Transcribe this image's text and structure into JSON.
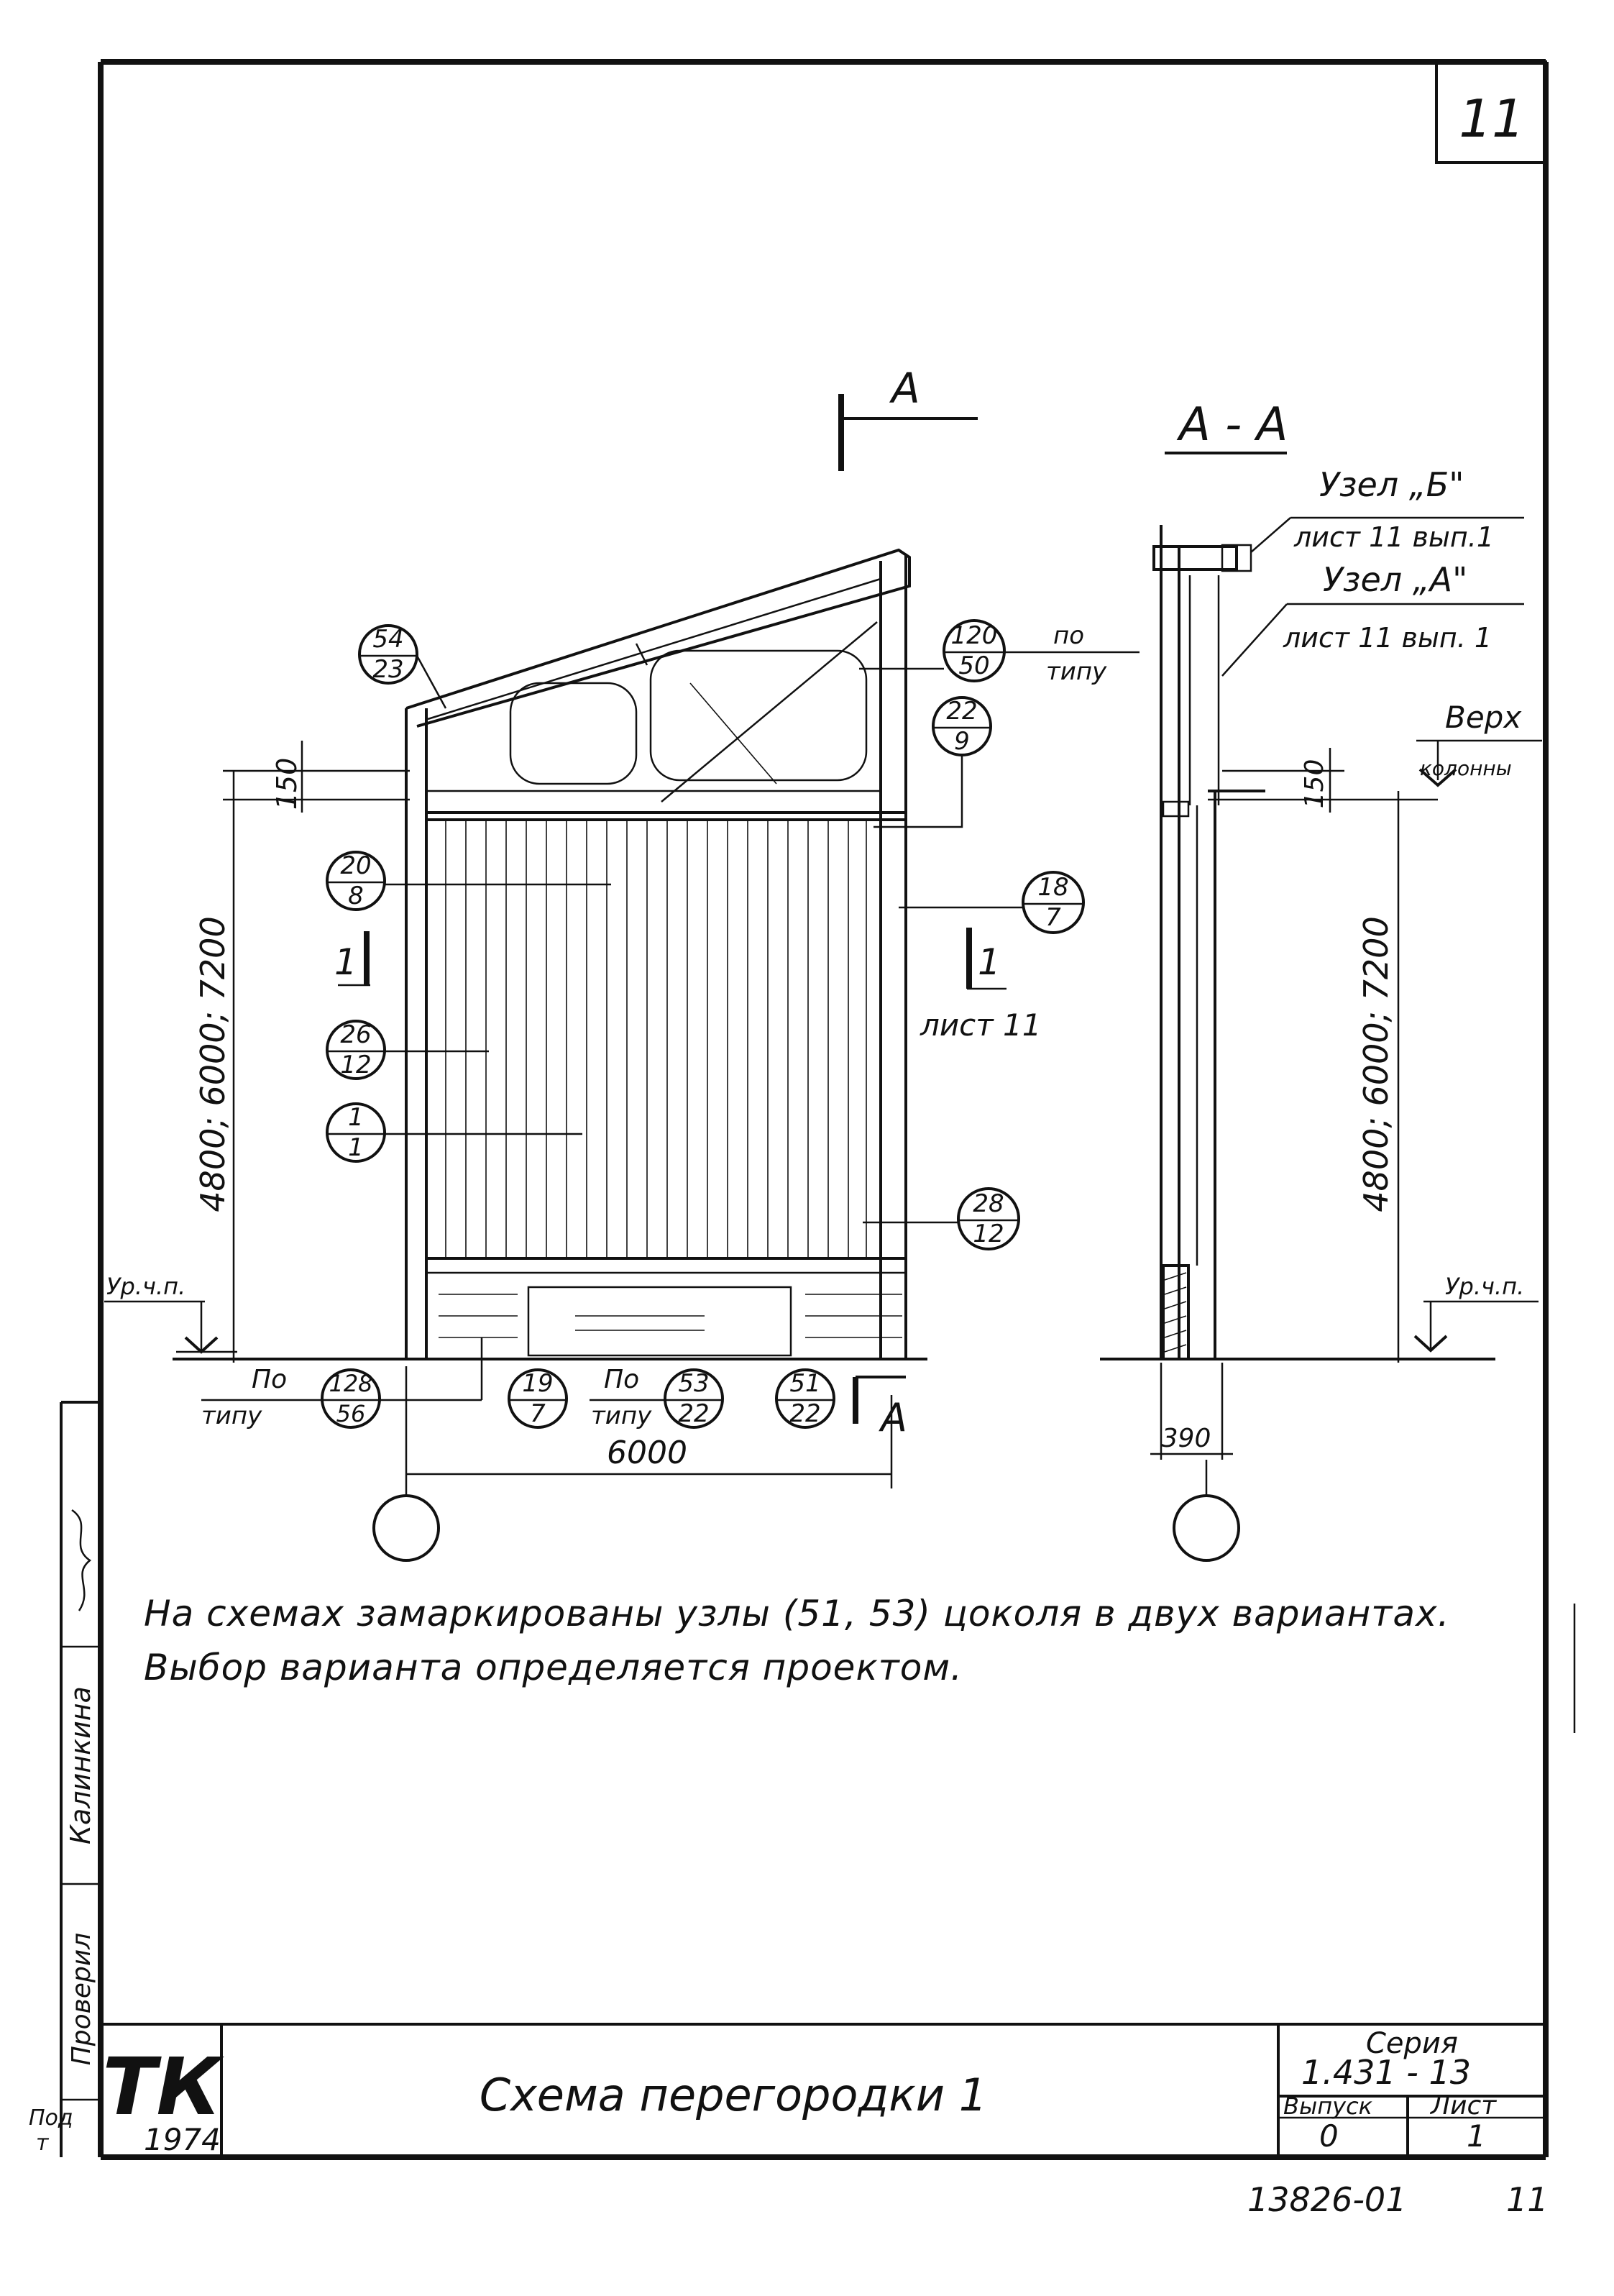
{
  "sheet_number": "11",
  "section_marks": {
    "top": "A",
    "bottom": "A"
  },
  "section_title": "A - A",
  "callouts_right": {
    "node_b_title": "Узел „Б\"",
    "node_b_ref": "лист 11 вып.1",
    "node_a_title": "Узел „А\"",
    "node_a_ref": "лист 11 вып. 1",
    "top_of_column_1": "Верх",
    "top_of_column_2": "колонны"
  },
  "elevation": {
    "dim_150": "150",
    "dim_heights": "4800; 6000; 7200",
    "dim_width": "6000",
    "level_mark": "Ур.ч.п.",
    "section_1_mark": "1",
    "section_1_ref": "лист 11",
    "po_tipu_1": "по",
    "po_tipu_2": "типу",
    "po_tipu_bottom_1": "По",
    "po_tipu_bottom_2": "типу",
    "po_tipu_mid_1": "По",
    "po_tipu_mid_2": "типу"
  },
  "nodes": [
    {
      "id": "n54",
      "top": "54",
      "bottom": "23"
    },
    {
      "id": "n120",
      "top": "120",
      "bottom": "50"
    },
    {
      "id": "n22",
      "top": "22",
      "bottom": "9"
    },
    {
      "id": "n20",
      "top": "20",
      "bottom": "8"
    },
    {
      "id": "n18",
      "top": "18",
      "bottom": "7"
    },
    {
      "id": "n26",
      "top": "26",
      "bottom": "12"
    },
    {
      "id": "n1",
      "top": "1",
      "bottom": "1"
    },
    {
      "id": "n28",
      "top": "28",
      "bottom": "12"
    },
    {
      "id": "n128",
      "top": "128",
      "bottom": "56"
    },
    {
      "id": "n19",
      "top": "19",
      "bottom": "7"
    },
    {
      "id": "n53",
      "top": "53",
      "bottom": "22"
    },
    {
      "id": "n51",
      "top": "51",
      "bottom": "22"
    }
  ],
  "section_view": {
    "dim_150": "150",
    "dim_heights": "4800; 6000; 7200",
    "dim_390": "390",
    "level_mark": "Ур.ч.п."
  },
  "note": {
    "line1": "На схемах замаркированы узлы (51, 53) цоколя в двух вариантах.",
    "line2": "Выбор варианта определяется проектом."
  },
  "side_stamp": {
    "checked_label": "Проверил",
    "checked_name": "Калинкина",
    "cut_text": "Под",
    "cut_text_2": "т"
  },
  "title_block": {
    "logo": "ТК",
    "year": "1974",
    "title": "Схема перегородки 1",
    "series_label": "Серия",
    "series_value": "1.431 - 13",
    "issue_label": "Выпуск",
    "issue_value": "0",
    "sheet_label": "Лист",
    "sheet_value": "1"
  },
  "footer_code": "13826-01",
  "footer_page": "11"
}
